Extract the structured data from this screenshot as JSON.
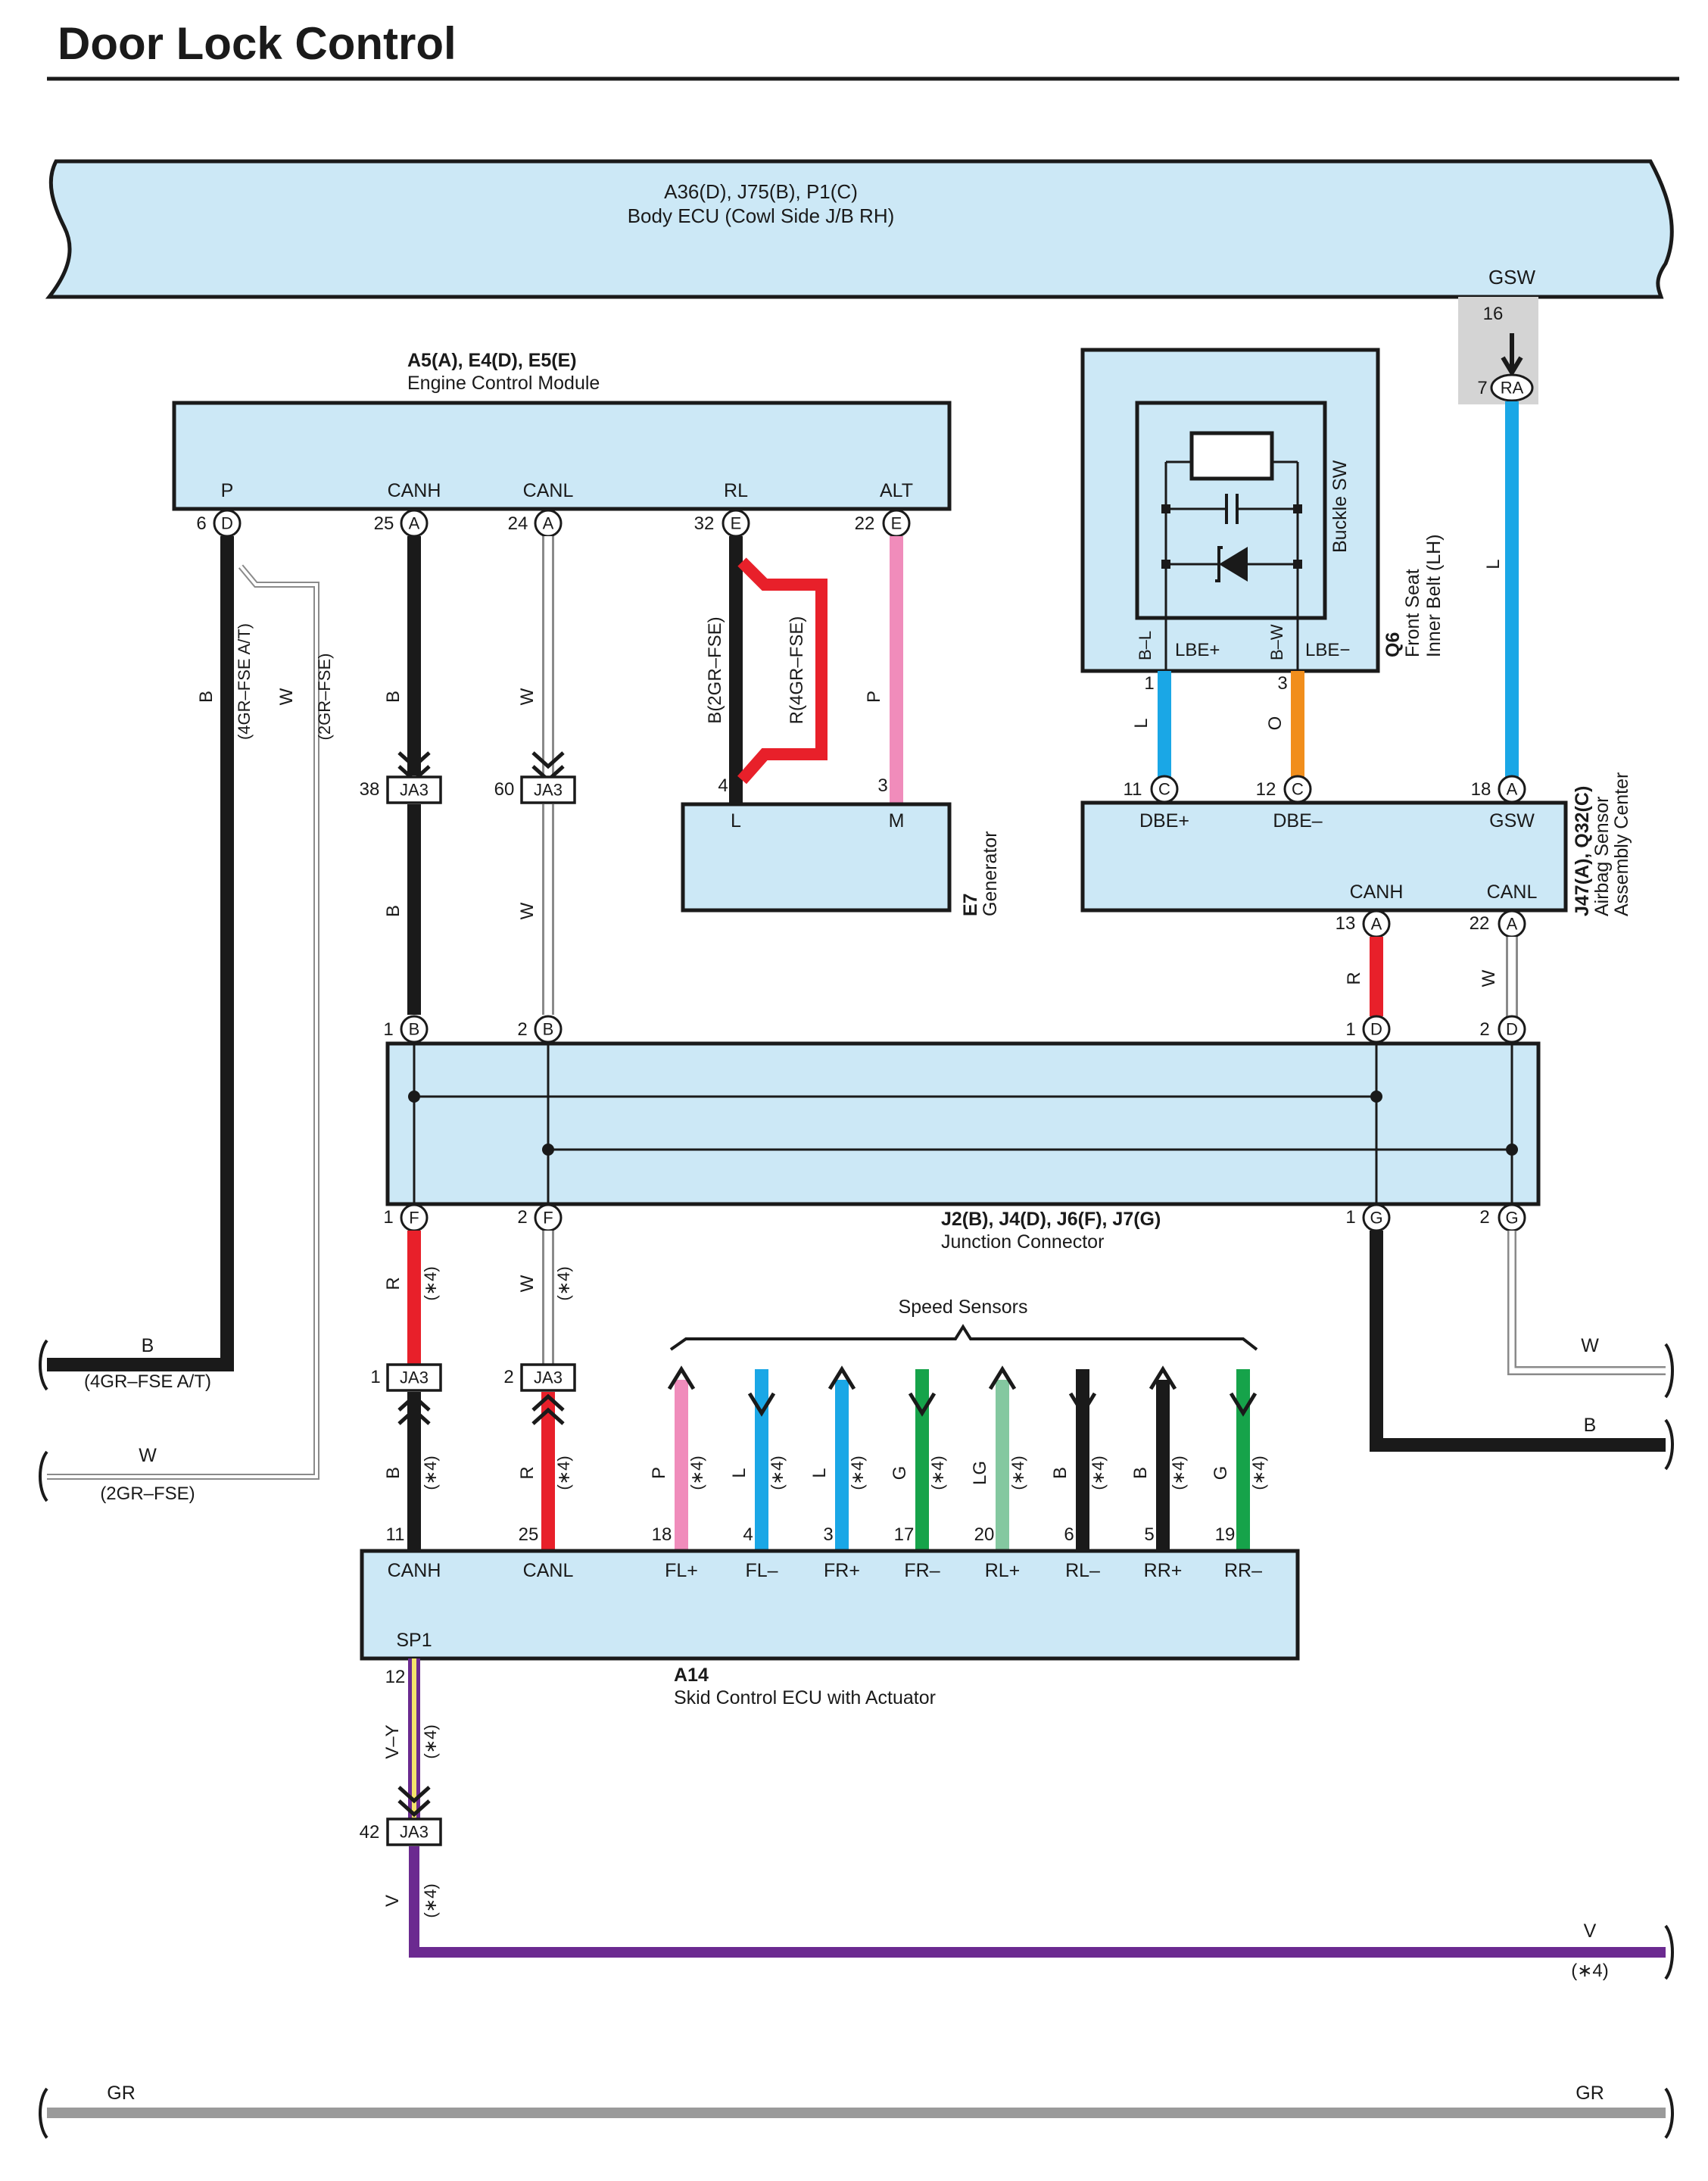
{
  "title": "Door Lock Control",
  "body_ecu": {
    "codes": "A36(D), J75(B), P1(C)",
    "name": "Body ECU (Cowl Side J/B RH)",
    "terminal": "GSW",
    "pin": "16"
  },
  "ecm": {
    "codes": "A5(A), E4(D), E5(E)",
    "name": "Engine Control Module",
    "terminals": [
      "P",
      "CANH",
      "CANL",
      "RL",
      "ALT"
    ],
    "pins": [
      "6",
      "25",
      "24",
      "32",
      "22"
    ],
    "connectors": [
      "D",
      "A",
      "A",
      "E",
      "E"
    ]
  },
  "generator": {
    "code": "E7",
    "name": "Generator",
    "terminals": [
      "L",
      "M"
    ],
    "pins": [
      "4",
      "3"
    ]
  },
  "belt": {
    "code": "Q6",
    "name1": "Front Seat",
    "name2": "Inner Belt (LH)",
    "switch_label": "Buckle SW",
    "terminals": [
      "LBE+",
      "LBE−"
    ],
    "inner_wires": [
      "B–L",
      "B–W"
    ],
    "pins": [
      "1",
      "3"
    ]
  },
  "ra": {
    "pin": "7",
    "label": "RA"
  },
  "airbag": {
    "codes": "J47(A), Q32(C)",
    "name1": "Airbag Sensor",
    "name2": "Assembly Center",
    "top_terminals": [
      "DBE+",
      "DBE–",
      "GSW"
    ],
    "top_pins": [
      "11",
      "12",
      "18"
    ],
    "top_connectors": [
      "C",
      "C",
      "A"
    ],
    "bottom_terminals": [
      "CANH",
      "CANL"
    ],
    "bottom_pins": [
      "13",
      "22"
    ],
    "bottom_connectors": [
      "A",
      "A"
    ]
  },
  "junction": {
    "codes": "J2(B), J4(D), J6(F), J7(G)",
    "name": "Junction Connector",
    "top_pins": [
      "1",
      "2",
      "1",
      "2"
    ],
    "top_connectors": [
      "B",
      "B",
      "D",
      "D"
    ],
    "bottom_pins": [
      "1",
      "2",
      "1",
      "2"
    ],
    "bottom_connectors": [
      "F",
      "F",
      "G",
      "G"
    ]
  },
  "ja3": {
    "label": "JA3",
    "pins": [
      "38",
      "60",
      "1",
      "2",
      "42"
    ]
  },
  "skid": {
    "code": "A14",
    "name": "Skid Control ECU with Actuator",
    "terminals": [
      "CANH",
      "CANL",
      "FL+",
      "FL–",
      "FR+",
      "FR–",
      "RL+",
      "RL–",
      "RR+",
      "RR–"
    ],
    "pins": [
      "11",
      "25",
      "18",
      "4",
      "3",
      "17",
      "20",
      "6",
      "5",
      "19"
    ],
    "bottom_terminal": "SP1",
    "bottom_pin": "12"
  },
  "speed_sensors": "Speed Sensors",
  "wires": {
    "b": "B",
    "w": "W",
    "p": "P",
    "l": "L",
    "o": "O",
    "r": "R",
    "lg": "LG",
    "g": "G",
    "vy": "V–Y",
    "v": "V",
    "gr": "GR",
    "b_4gr": "B(2GR–FSE)",
    "r_4gr": "R(4GR–FSE)",
    "note_4gr_at": "(4GR–FSE A/T)",
    "note_2gr": "(2GR–FSE)",
    "note_4": "(∗4)"
  },
  "colors": {
    "black": "#1a1a1a",
    "white": "#ffffff",
    "blue": "#1aa7e6",
    "red": "#e8202a",
    "pink": "#f08cbb",
    "orange": "#f18e1c",
    "green": "#16a34a",
    "light_green": "#84c8a0",
    "violet": "#6b2a90",
    "gray": "#9a9a9a",
    "yellow": "#f4e36b",
    "box_fill": "#cce8f6"
  }
}
